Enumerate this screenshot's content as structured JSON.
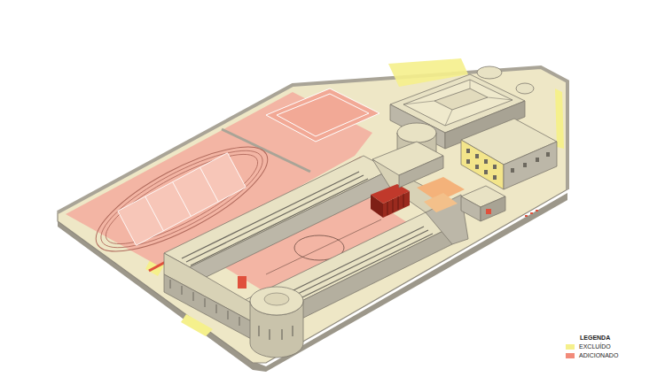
{
  "diagram": {
    "labels": [
      "LEGENDA"
    ],
    "legend": [
      {
        "text": "EXCLUÍDO",
        "color": "#f5f08c"
      },
      {
        "text": "ADICIONADO",
        "color": "#f28b7a"
      }
    ]
  }
}
